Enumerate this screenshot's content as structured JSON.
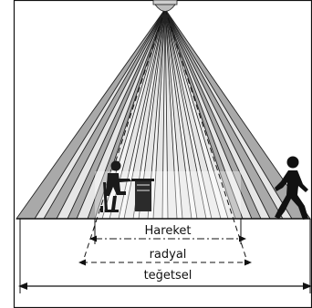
{
  "diagram": {
    "labels": {
      "motion": "Hareket",
      "radial": "radyal",
      "tangential": "teğetsel"
    }
  }
}
